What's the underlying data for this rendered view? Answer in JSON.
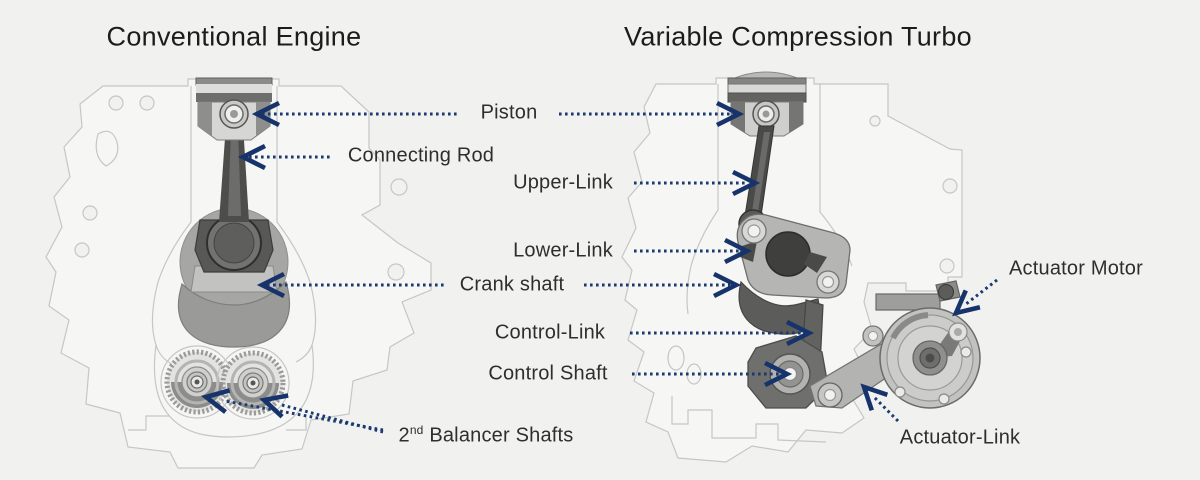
{
  "titles": {
    "left": "Conventional Engine",
    "right": "Variable Compression Turbo"
  },
  "labels": {
    "piston": "Piston",
    "connecting_rod": "Connecting Rod",
    "upper_link": "Upper-Link",
    "lower_link": "Lower-Link",
    "crank_shaft": "Crank shaft",
    "control_link": "Control-Link",
    "control_shaft": "Control Shaft",
    "actuator_motor": "Actuator Motor",
    "actuator_link": "Actuator-Link",
    "balancer_num": "2",
    "balancer_sup": "nd",
    "balancer_rest": " Balancer Shafts"
  },
  "colors": {
    "background": "#f1f1f0",
    "leader_dots": "#1b3a6f",
    "arrowhead": "#16336b",
    "title_text": "#1c1c1c",
    "label_text": "#2e2e2e",
    "line_art": "#c6c6c4",
    "part_dark": "#4a4a48",
    "part_mid": "#9a9a98",
    "part_light": "#c6c6c4"
  }
}
